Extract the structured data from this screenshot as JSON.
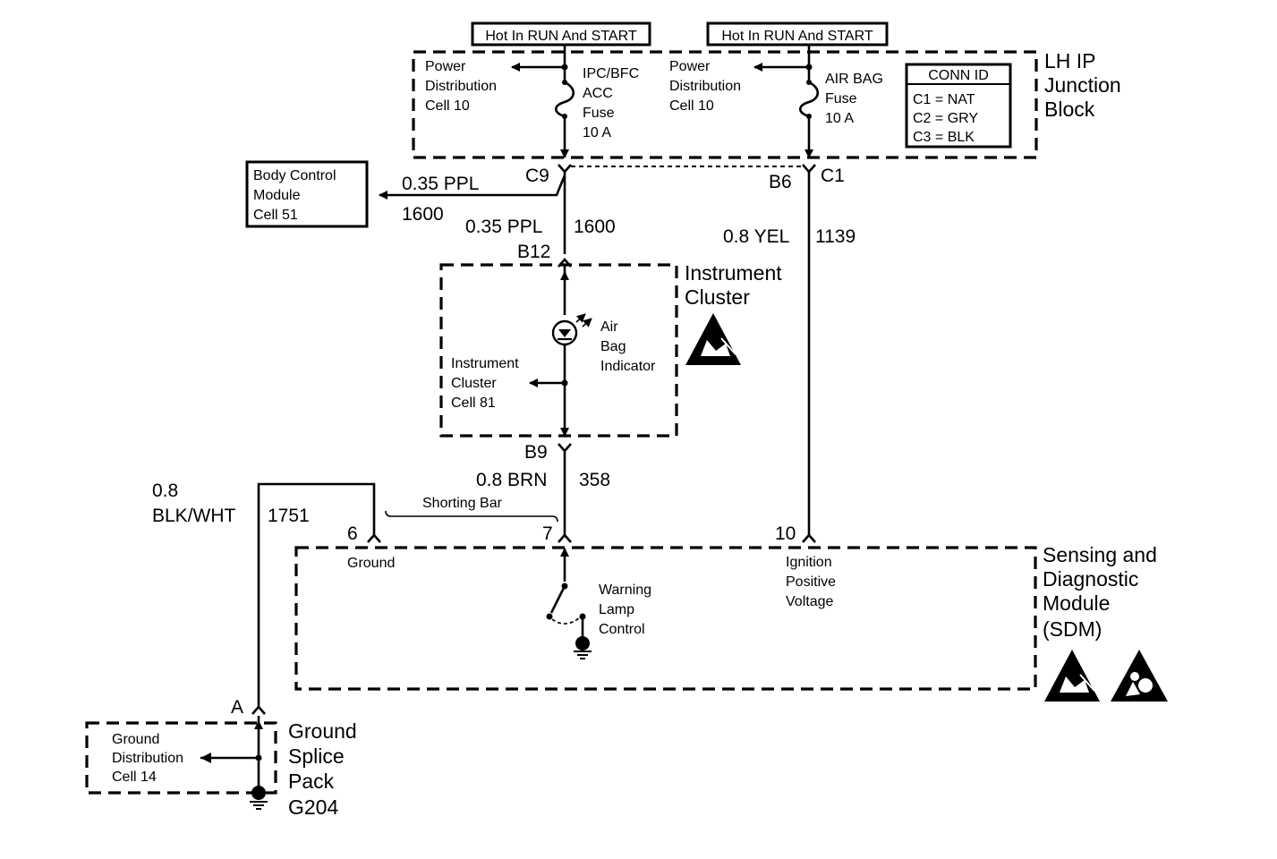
{
  "power": {
    "left_header": "Hot In RUN And START",
    "right_header": "Hot In RUN And START"
  },
  "junction_block": {
    "title": [
      "LH IP",
      "Junction",
      "Block"
    ],
    "pd_left": [
      "Power",
      "Distribution",
      "Cell 10"
    ],
    "fuse_left": [
      "IPC/BFC",
      "ACC",
      "Fuse",
      "10 A"
    ],
    "pd_right": [
      "Power",
      "Distribution",
      "Cell 10"
    ],
    "fuse_right": [
      "AIR BAG",
      "Fuse",
      "10 A"
    ],
    "conn_id": {
      "title": "CONN ID",
      "rows": [
        "C1 = NAT",
        "C2 = GRY",
        "C3 = BLK"
      ]
    },
    "pin_left": "C9",
    "pin_right_a": "B6",
    "pin_right_b": "C1"
  },
  "bcm": {
    "label": [
      "Body Control",
      "Module",
      "Cell 51"
    ],
    "wire_color": "0.35 PPL",
    "circuit": "1600"
  },
  "cluster_feed": {
    "wire_color": "0.35 PPL",
    "circuit": "1600",
    "pin_in": "B12"
  },
  "instrument_cluster": {
    "title": [
      "Instrument",
      "Cluster"
    ],
    "indicator": [
      "Air",
      "Bag",
      "Indicator"
    ],
    "cell_ref": [
      "Instrument",
      "Cluster",
      "Cell 81"
    ],
    "pin_out": "B9"
  },
  "brn_wire": {
    "wire_color": "0.8 BRN",
    "circuit": "358"
  },
  "yel_wire": {
    "wire_color": "0.8 YEL",
    "circuit": "1139"
  },
  "blk_wire": {
    "wire_color_a": "0.8",
    "wire_color_b": "BLK/WHT",
    "circuit": "1751"
  },
  "shorting_bar": "Shorting Bar",
  "sdm": {
    "title": [
      "Sensing and",
      "Diagnostic",
      "Module",
      "(SDM)"
    ],
    "pin_ground": "6",
    "pin_warning": "7",
    "pin_ignition": "10",
    "ground_label": "Ground",
    "warning_label": [
      "Warning",
      "Lamp",
      "Control"
    ],
    "ignition_label": [
      "Ignition",
      "Positive",
      "Voltage"
    ]
  },
  "ground_splice": {
    "pin": "A",
    "cell_ref": [
      "Ground",
      "Distribution",
      "Cell 14"
    ],
    "title": [
      "Ground",
      "Splice",
      "Pack",
      "G204"
    ]
  },
  "icons": [
    "esd-warning-icon",
    "airbag-warning-icon",
    "ground-symbol-icon",
    "lamp-icon",
    "fuse-icon",
    "switch-icon"
  ]
}
